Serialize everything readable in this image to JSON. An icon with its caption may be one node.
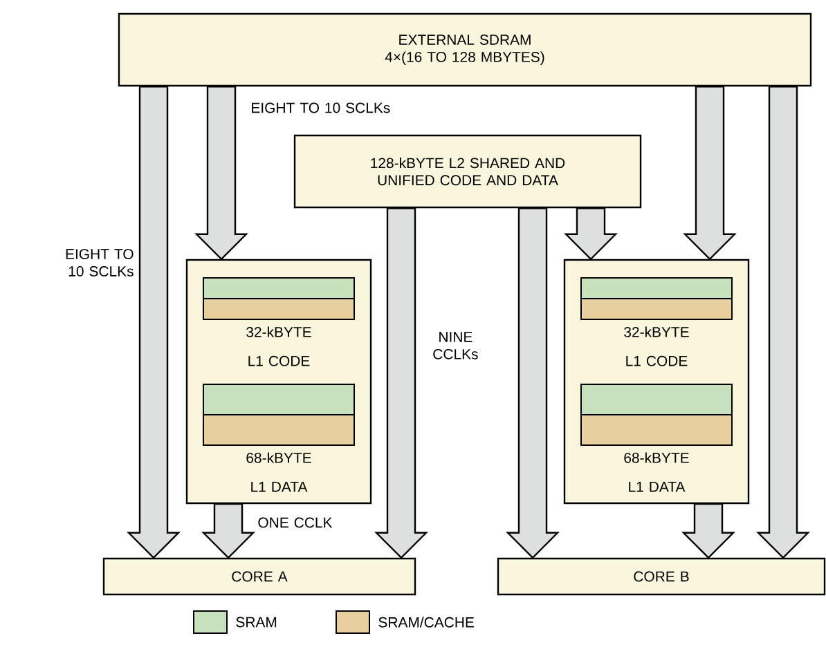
{
  "diagram": {
    "nodes": [
      {
        "text": [
          "EXTERNAL SDRAM",
          "4×(16 TO 128 MBYTES)"
        ]
      },
      {
        "text": [
          "128-kBYTE L2 SHARED AND UNIFIED CODE AND DATA"
        ]
      },
      {
        "text": [],
        "shape": "box"
      },
      {
        "text": [
          "32-kBYTE L1 CODE"
        ],
        "in": 2
      },
      {
        "text": [
          "68-kBYTE L1 DATA"
        ],
        "in": 2
      },
      {
        "text": [],
        "shape": "box"
      },
      {
        "text": [
          "32-kBYTE L1 CODE"
        ],
        "in": 5
      },
      {
        "text": [
          "68-kBYTE L1 DATA"
        ],
        "in": 5
      },
      {
        "text": [
          "CORE A"
        ]
      },
      {
        "text": [
          "CORE B"
        ]
      }
    ],
    "edges": [
      {
        "from": 0,
        "to": 8,
        "arrow": "to",
        "label": "EIGHT TO 10 SCLKs"
      },
      {
        "from": 0,
        "to": 2,
        "arrow": "to",
        "label": "EIGHT TO 10 SCLKs"
      },
      {
        "from": 2,
        "to": 8,
        "arrow": "to",
        "label": "ONE CCLK"
      },
      {
        "from": 1,
        "to": 8,
        "arrow": "to",
        "label": "NINE CCLKs"
      },
      {
        "from": 1,
        "to": 9,
        "arrow": "to"
      },
      {
        "from": 1,
        "to": 5,
        "arrow": "to"
      },
      {
        "from": 0,
        "to": 5,
        "arrow": "to"
      },
      {
        "from": 0,
        "to": 9,
        "arrow": "to"
      },
      {
        "from": 5,
        "to": 9,
        "arrow": "to"
      }
    ],
    "legend": [
      {
        "text": "SRAM",
        "color": "#c8e2bf"
      },
      {
        "text": "SRAM/CACHE",
        "color": "#e8cfa0"
      }
    ]
  }
}
